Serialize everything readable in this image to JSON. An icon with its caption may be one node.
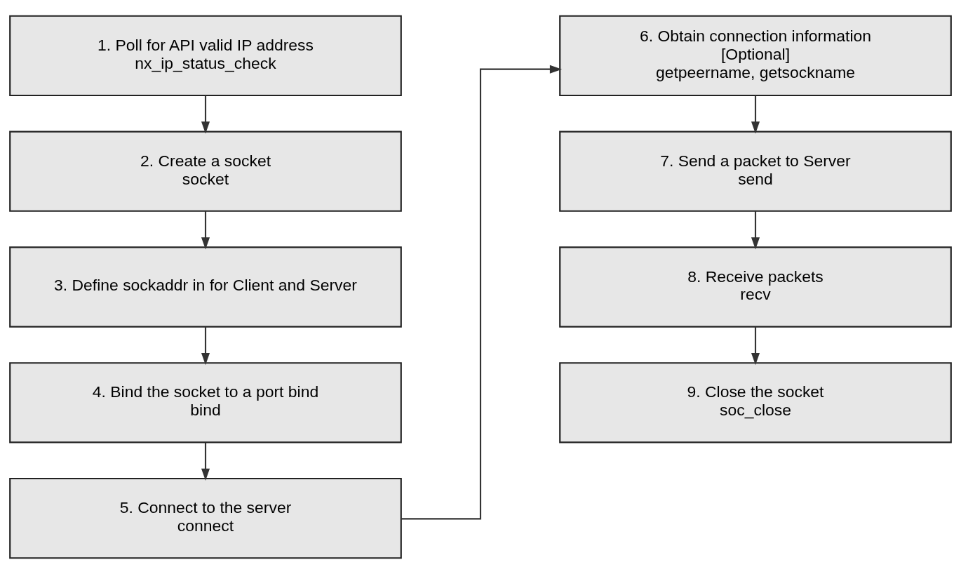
{
  "diagram": {
    "nodes": [
      {
        "text": [
          "1. Poll for API valid IP address",
          "nx_ip_status_check"
        ]
      },
      {
        "text": [
          "2. Create a socket",
          "socket"
        ]
      },
      {
        "text": [
          "3. Define sockaddr in for Client and Server"
        ]
      },
      {
        "text": [
          "4. Bind the socket to a port bind",
          "bind"
        ]
      },
      {
        "text": [
          "5. Connect to the server",
          "connect"
        ]
      },
      {
        "text": [
          "6. Obtain connection information",
          "[Optional]",
          "getpeername, getsockname"
        ]
      },
      {
        "text": [
          "7. Send a packet to Server",
          "send"
        ]
      },
      {
        "text": [
          "8. Receive packets",
          "recv"
        ]
      },
      {
        "text": [
          "9. Close the socket",
          "soc_close"
        ]
      }
    ],
    "edges": [
      {
        "from": 0,
        "to": 1,
        "arrow": "to"
      },
      {
        "from": 1,
        "to": 2,
        "arrow": "to"
      },
      {
        "from": 2,
        "to": 3,
        "arrow": "to"
      },
      {
        "from": 3,
        "to": 4,
        "arrow": "to"
      },
      {
        "from": 4,
        "to": 5,
        "arrow": "to"
      },
      {
        "from": 5,
        "to": 6,
        "arrow": "to"
      },
      {
        "from": 6,
        "to": 7,
        "arrow": "to"
      },
      {
        "from": 7,
        "to": 8,
        "arrow": "to"
      }
    ]
  }
}
